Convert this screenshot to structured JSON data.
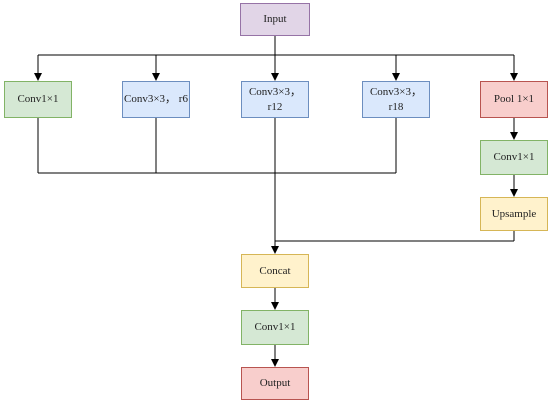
{
  "colors": {
    "purple_fill": "#e1d5e7",
    "purple_stroke": "#9673a6",
    "green_fill": "#d5e8d4",
    "green_stroke": "#82b366",
    "blue_fill": "#dae8fc",
    "blue_stroke": "#6c8ebf",
    "red_fill": "#f8cecc",
    "red_stroke": "#b85450",
    "yellow_fill": "#fff2cc",
    "yellow_stroke": "#d6b656",
    "line": "#000000"
  },
  "nodes": {
    "input": {
      "label": "Input",
      "color": "purple"
    },
    "conv1x1_a": {
      "label": "Conv1×1",
      "color": "green"
    },
    "conv3x3_r6": {
      "label": "Conv3×3， r6",
      "color": "blue"
    },
    "conv3x3_r12": {
      "label": "Conv3×3，\nr12",
      "color": "blue"
    },
    "conv3x3_r18": {
      "label": "Conv3×3，\nr18",
      "color": "blue"
    },
    "pool": {
      "label": "Pool 1×1",
      "color": "red"
    },
    "conv1x1_b": {
      "label": "Conv1×1",
      "color": "green"
    },
    "upsample": {
      "label": "Upsample",
      "color": "yellow"
    },
    "concat": {
      "label": "Concat",
      "color": "yellow"
    },
    "conv1x1_c": {
      "label": "Conv1×1",
      "color": "green"
    },
    "output": {
      "label": "Output",
      "color": "red"
    }
  }
}
